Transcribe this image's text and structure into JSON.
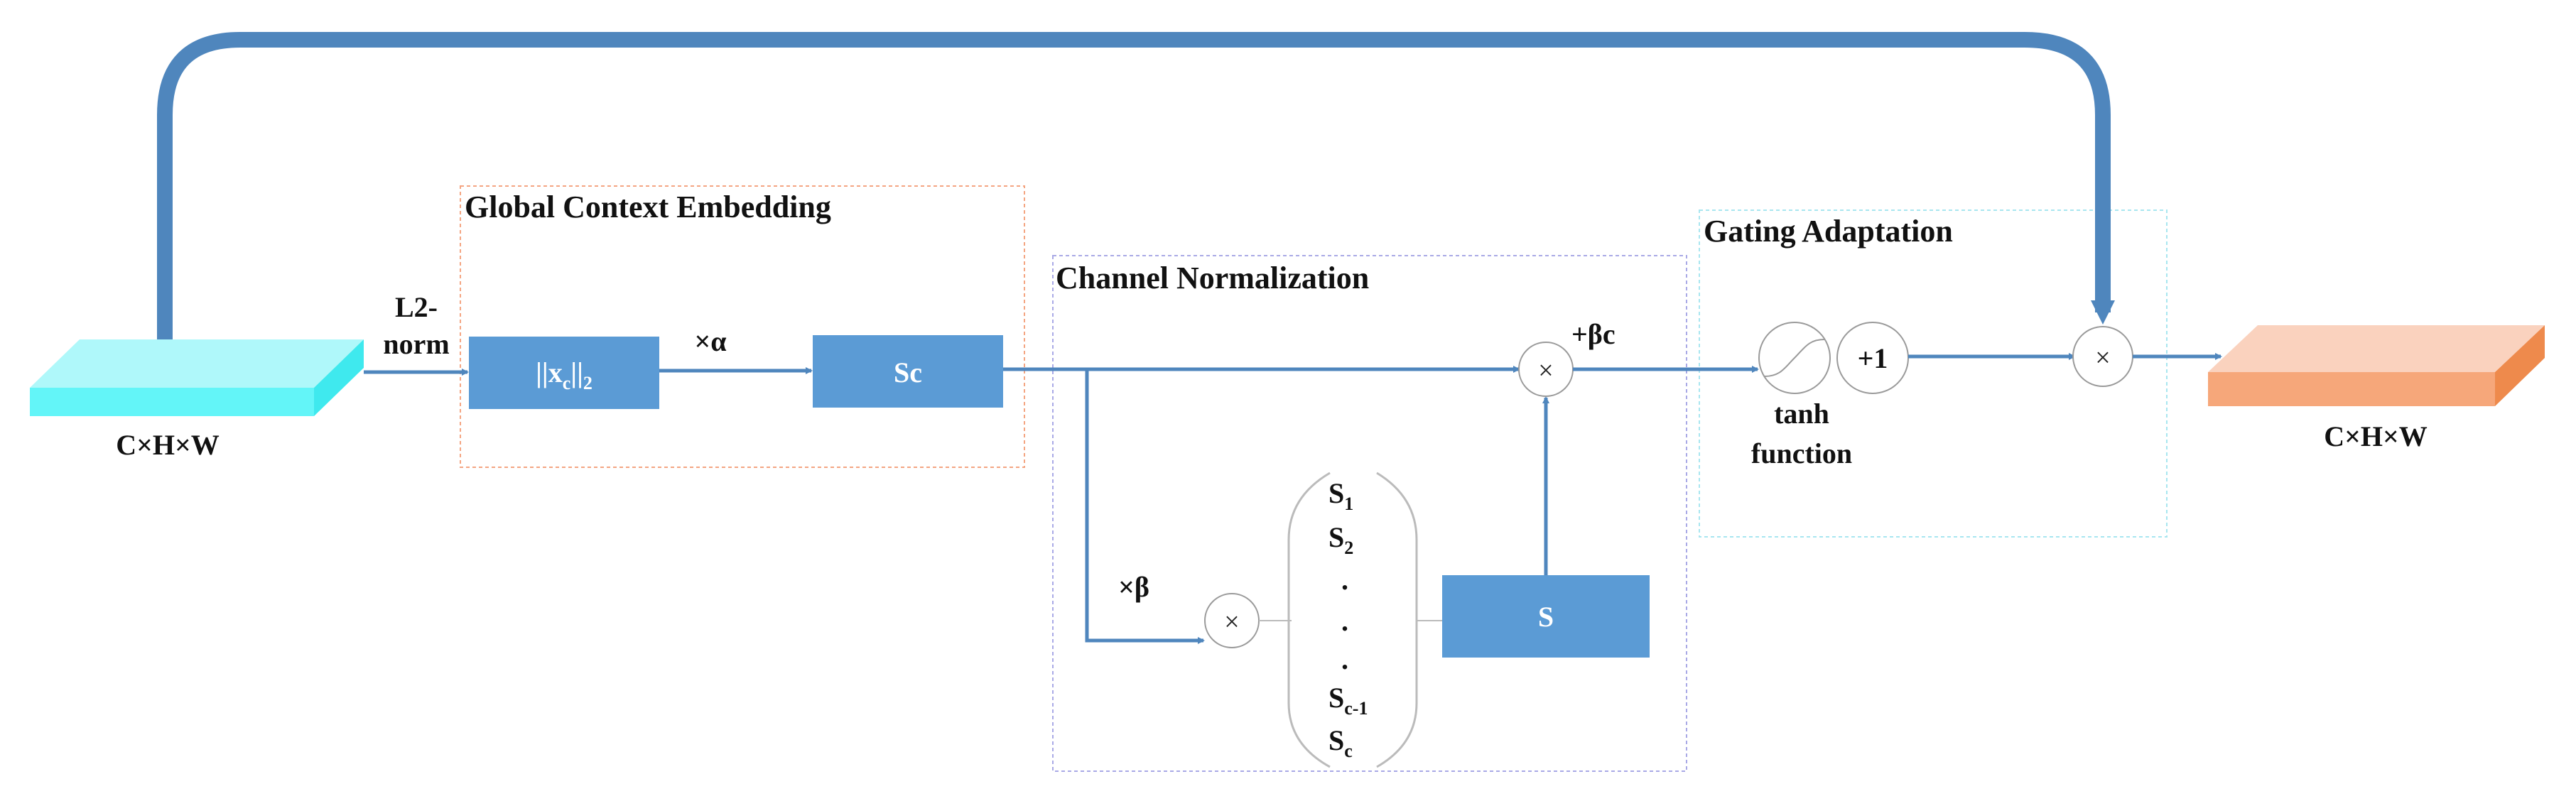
{
  "input_tensor": {
    "label": "C×H×W",
    "color": "#63F5F8"
  },
  "output_tensor": {
    "label": "C×H×W",
    "color": "#F6A77A"
  },
  "l2norm": {
    "line1": "L2-",
    "line2": "norm"
  },
  "sections": {
    "gce": {
      "title": "Global Context Embedding",
      "border_color": "#F4A582"
    },
    "cn": {
      "title": "Channel Normalization",
      "border_color": "#A9A9E6"
    },
    "ga": {
      "title": "Gating Adaptation",
      "border_color": "#A8E6F0"
    }
  },
  "blocks": {
    "norm": {
      "pre": "||x",
      "sub": "c",
      "post": "||",
      "sub2": "2"
    },
    "sc": {
      "label": "Sc"
    },
    "s": {
      "label": "S"
    },
    "color": "#5B9BD5"
  },
  "operators": {
    "alpha": "×α",
    "beta": "×β",
    "plus_beta_c": "+βc",
    "times": "×",
    "plus_one": "+1"
  },
  "tanh": {
    "line1": "tanh",
    "line2": "function"
  },
  "vector": [
    {
      "base": "S",
      "sub": "1"
    },
    {
      "base": "S",
      "sub": "2"
    },
    {
      "base": ".",
      "sub": ""
    },
    {
      "base": ".",
      "sub": ""
    },
    {
      "base": ".",
      "sub": ""
    },
    {
      "base": "S",
      "sub": "c-1"
    },
    {
      "base": "S",
      "sub": "c"
    }
  ],
  "arrow_color": "#4F86BD"
}
